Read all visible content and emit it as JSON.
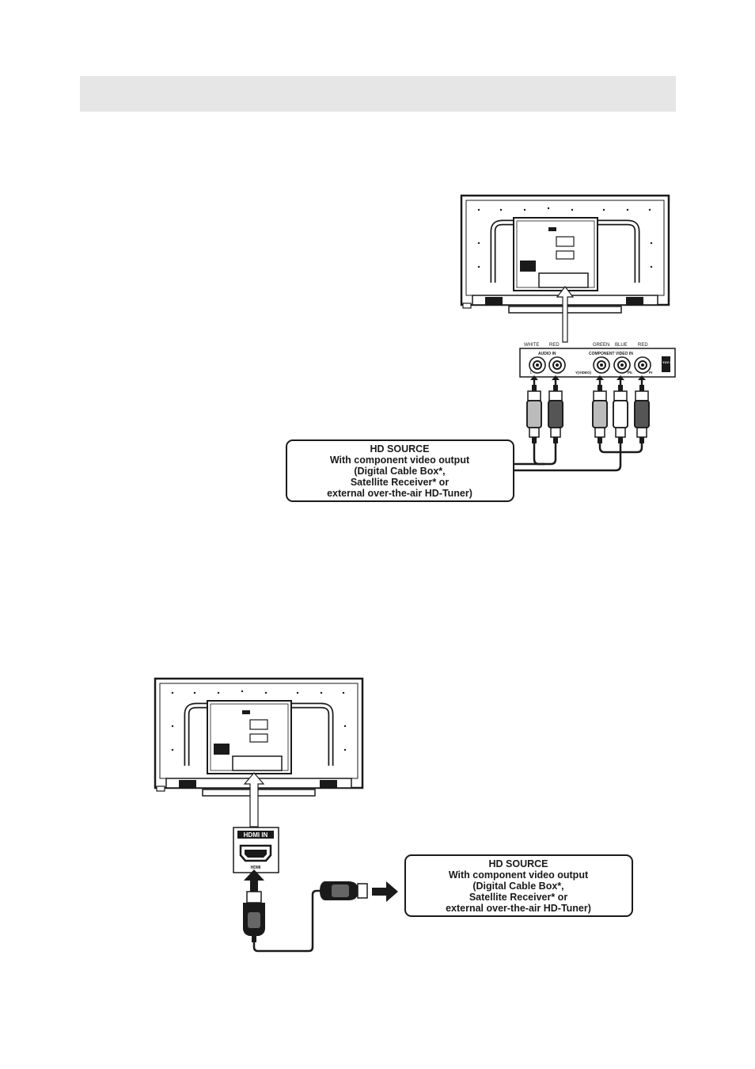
{
  "component_panel": {
    "white_label": "WHITE",
    "red_label": "RED",
    "audio_in_label": "AUDIO IN",
    "audio_l": "L",
    "audio_r": "R",
    "green_label": "GREEN",
    "blue_label": "BLUE",
    "red2_label": "RED",
    "component_label": "COMPONENT VIDEO IN",
    "y_video": "Y(VIDEO)",
    "pb": "Pb",
    "pr": "Pr",
    "ypbpr_in": "YUV IN"
  },
  "hd_source_1": {
    "line1": "HD SOURCE",
    "line2": "With component video output",
    "line3": "(Digital Cable Box*,",
    "line4": "Satellite Receiver* or",
    "line5": "external over-the-air HD-Tuner)"
  },
  "hdmi_panel": {
    "hdmi_in_label": "HDMI IN",
    "hdmi_small": "HDMI"
  },
  "hd_source_2": {
    "line1": "HD SOURCE",
    "line2": "With component video output",
    "line3": "(Digital Cable Box*,",
    "line4": "Satellite Receiver* or",
    "line5": "external over-the-air HD-Tuner)"
  },
  "colors": {
    "ink": "#1a1a1a",
    "band": "#e6e6e6",
    "arrow_fill": "#ffffff"
  }
}
